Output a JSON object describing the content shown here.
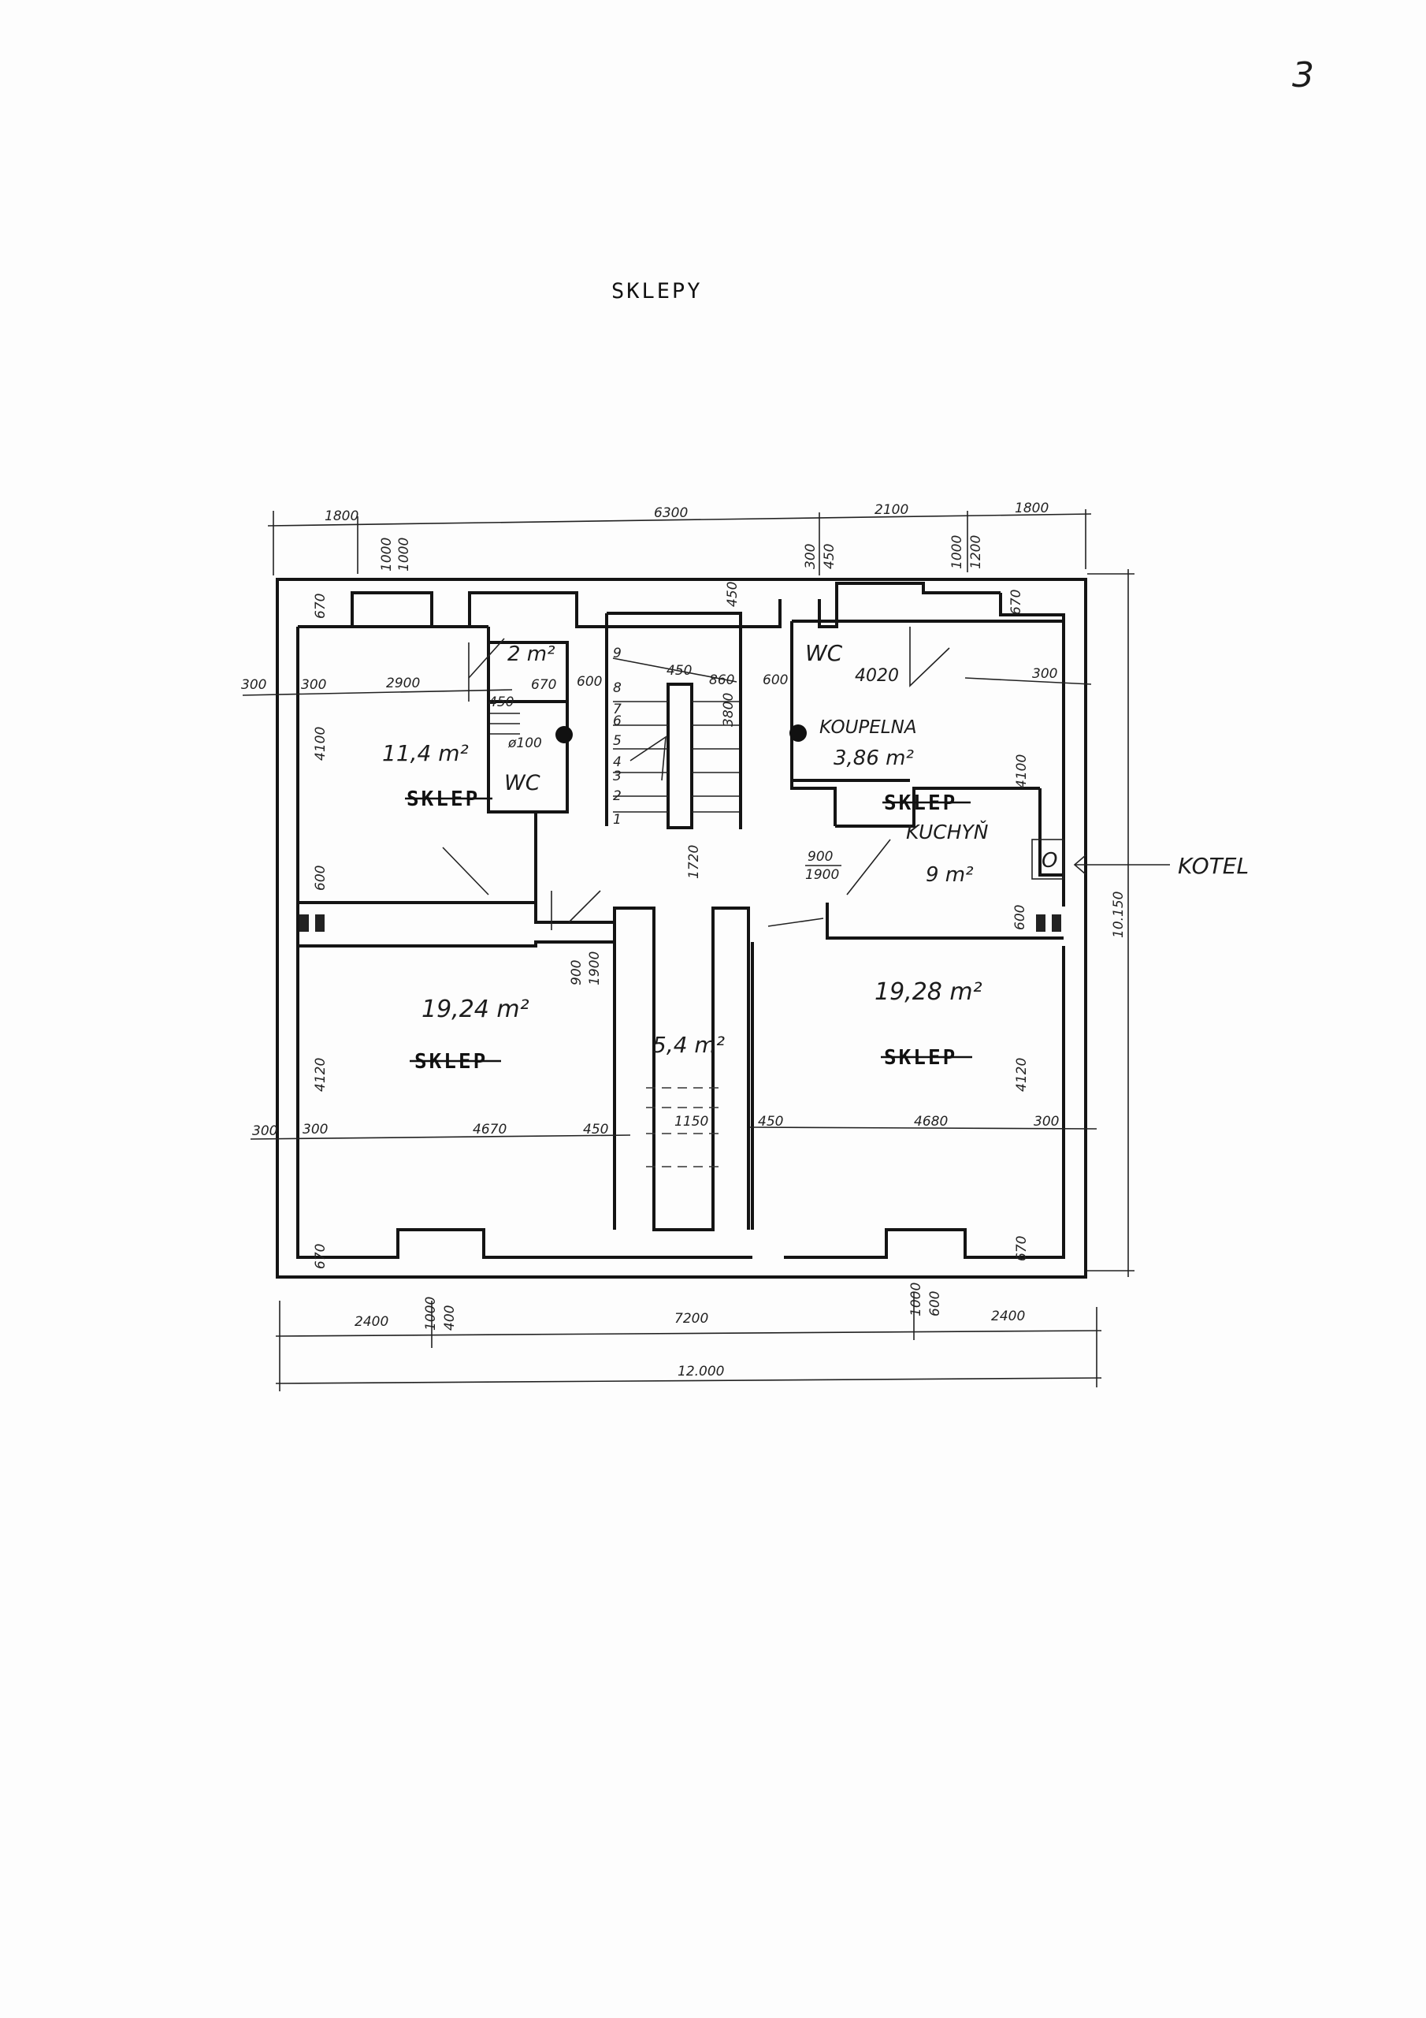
{
  "page_number": "3",
  "title": "SKLEPY",
  "rooms": {
    "room_nw": {
      "label": "SKLEP",
      "area": "11,4 m²"
    },
    "storage": {
      "area": "2 m²"
    },
    "wc_west": {
      "label": "WC"
    },
    "wc_east": {
      "label": "WC",
      "dim": "4020"
    },
    "bathroom": {
      "label": "KOUPELNA",
      "area": "3,86 m²"
    },
    "room_ne": {
      "label": "SKLEP"
    },
    "kitchen": {
      "label": "KUCHYŇ",
      "area": "9 m²"
    },
    "room_sw": {
      "label": "SKLEP",
      "area": "19,24 m²"
    },
    "hall": {
      "area": "5,4 m²"
    },
    "room_se": {
      "label": "SKLEP",
      "area": "19,28 m²"
    }
  },
  "chimney_label": "ø100",
  "boiler": {
    "label": "KOTEL",
    "symbol": "O"
  },
  "stair_steps": [
    "9",
    "8",
    "7",
    "6",
    "5",
    "4",
    "3",
    "2",
    "1"
  ],
  "dimensions": {
    "top": [
      "1800",
      "6300",
      "2100",
      "1800"
    ],
    "bottom": [
      "2400",
      "7200",
      "2400"
    ],
    "overall_width": "12.000",
    "overall_depth": "10.150",
    "window_nw": [
      "1000",
      "1000"
    ],
    "window_ne_door": [
      "300",
      "450"
    ],
    "window_ne": [
      "1000",
      "1200"
    ],
    "window_sw": [
      "1000",
      "400"
    ],
    "window_se": [
      "1000",
      "600"
    ],
    "wall_nw_top": "670",
    "wall_ne_top": "670",
    "wall_sw_bottom": "670",
    "wall_se_bottom": "670",
    "row_west": [
      "300",
      "300",
      "2900"
    ],
    "storage_dims": [
      "670",
      "600",
      "450"
    ],
    "stair_dims": [
      "450",
      "860",
      "600"
    ],
    "stair_head": "450",
    "stair_length": "3800",
    "east_300": "300",
    "west_height": "4100",
    "west_600": "600",
    "east_height": "4100",
    "east_600": "600",
    "hall_1720": "1720",
    "door_center": [
      "900",
      "1900"
    ],
    "door_east": [
      "900",
      "1900"
    ],
    "south_row_west": [
      "300",
      "300",
      "4670",
      "450"
    ],
    "south_row_east": [
      "450",
      "4680",
      "300"
    ],
    "south_heights": [
      "4120",
      "4120"
    ],
    "hall_width": "1150"
  }
}
